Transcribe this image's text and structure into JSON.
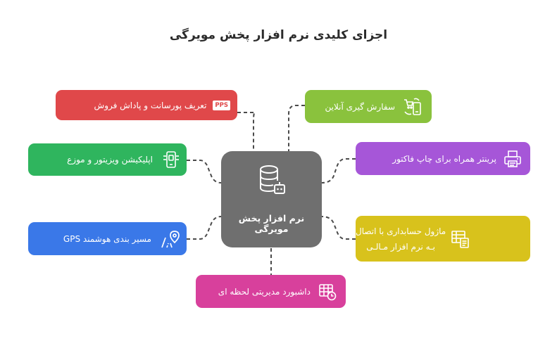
{
  "title": "اجزای کلیدی نرم افزار پخش مویرگی",
  "hub": {
    "label": "نرم افزار پخش مویرگی",
    "icon": "database-robot-icon",
    "color": "#6f6f6f"
  },
  "nodes": [
    {
      "id": "commission",
      "label": "تعریف پورسانت و پاداش فروش",
      "badge": "PPS",
      "icon": "pps-badge-icon",
      "color": "#e0484a"
    },
    {
      "id": "app",
      "label": "اپلیکیشن ویزیتور و موزع",
      "icon": "mobile-app-icon",
      "color": "#2fb55e"
    },
    {
      "id": "gps",
      "label": "مسیر بندی هوشمند GPS",
      "icon": "route-map-icon",
      "color": "#3a78e8"
    },
    {
      "id": "dashboard",
      "label": "داشبورد مدیریتی لحظه ای",
      "icon": "dashboard-clock-icon",
      "color": "#d8409c"
    },
    {
      "id": "online",
      "label": "سفارش گیری آنلاین",
      "icon": "online-order-icon",
      "color": "#8ac23d"
    },
    {
      "id": "printer",
      "label": "پرینتر همراه برای چاپ فاکتور",
      "icon": "printer-icon",
      "color": "#a656d8"
    },
    {
      "id": "accounting",
      "label_line1": "ماژول حسابداری با اتصال",
      "label_line2": "بـه نرم افزار مـالـی",
      "icon": "accounting-sheet-icon",
      "color": "#d8c21c"
    }
  ]
}
